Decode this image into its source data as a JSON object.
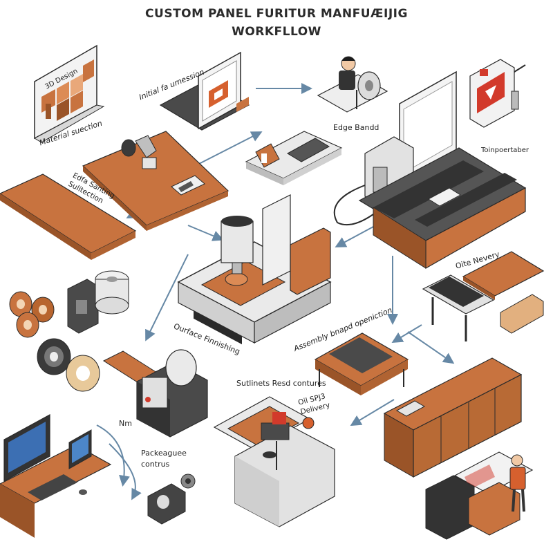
{
  "title": {
    "line1": "CUSTOM PANEL FURITUR MANFUÆIJIG",
    "line2": "WORKFLLOW"
  },
  "labels": {
    "design_screen": "3D Design",
    "material_selection": "Material suection",
    "initial_dimension": "Initial fa umession",
    "edge_band": "Edge Bandd",
    "transporter": "Toinpoertaber",
    "edge_sorting": "Edfa Santing Sulitection",
    "other_nevery": "Oite Nevery",
    "assembly": "Assembly bnapd openiction",
    "surface_finishing": "Ourface Finnishing",
    "solutions": "Sutlinets Resd contures",
    "delivery": "Oil SPJ3 Delivery",
    "nm": "Nm",
    "package": "Packeaguee contrus"
  },
  "colors": {
    "wood": "#c8733f",
    "wood_dark": "#9a5428",
    "wood_light": "#dc8b55",
    "metal": "#e6e6e6",
    "metal_dark": "#5a5a5a",
    "arrow": "#6688a5",
    "outline": "#2a2a2a"
  },
  "icons": [
    "monitor-icon",
    "robot-arm-icon",
    "cnc-machine-icon",
    "edge-bander-icon",
    "conveyor-icon",
    "roll-icon",
    "worker-icon",
    "cabinet-icon",
    "computer-icon"
  ]
}
